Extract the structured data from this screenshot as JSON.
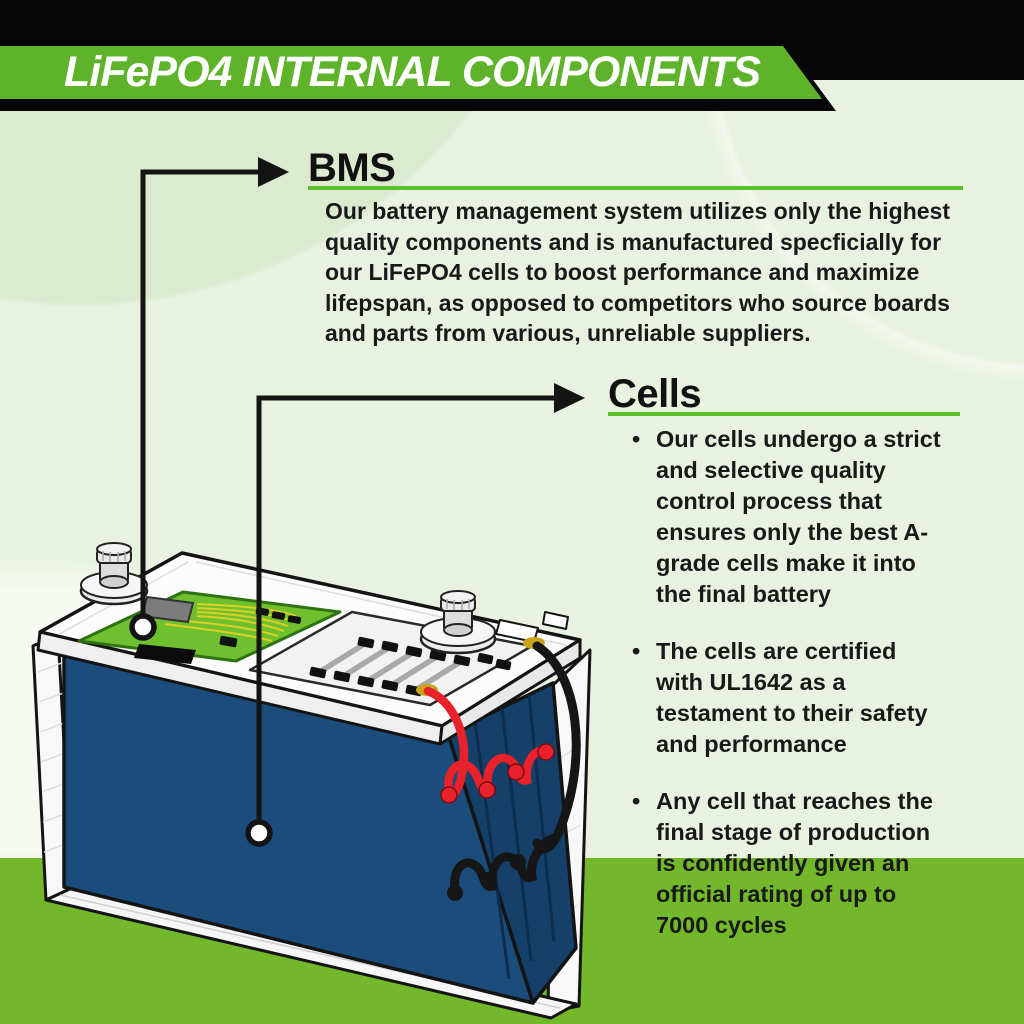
{
  "header": {
    "title": "LiFePO4 INTERNAL COMPONENTS"
  },
  "bms": {
    "title": "BMS",
    "body": "Our battery management system utilizes only the highest quality components and is manufactured specficially for our LiFePO4 cells to boost performance and maximize lifepspan, as opposed to competitors who source boards and parts from various, unreliable suppliers."
  },
  "cells": {
    "title": "Cells",
    "bullets": [
      "Our cells undergo a strict and selective quality control process that ensures only the best A-grade cells make it into the final battery",
      "The cells are certified with UL1642 as a testament to their safety and performance",
      "Any cell that reaches the final stage of production is confidently given an official rating of up to 7000 cycles"
    ]
  },
  "colors": {
    "banner_green": "#5eb32a",
    "underline_green": "#5cc02c",
    "footer_green": "#73b82b",
    "board_green": "#6ec02f",
    "pack_blue": "#1b4d7c",
    "pack_blue_dark": "#15406a",
    "wire_red": "#e8222b",
    "wire_black": "#161616",
    "text_color": "#191919",
    "bg_base": "#e9f2e1"
  }
}
